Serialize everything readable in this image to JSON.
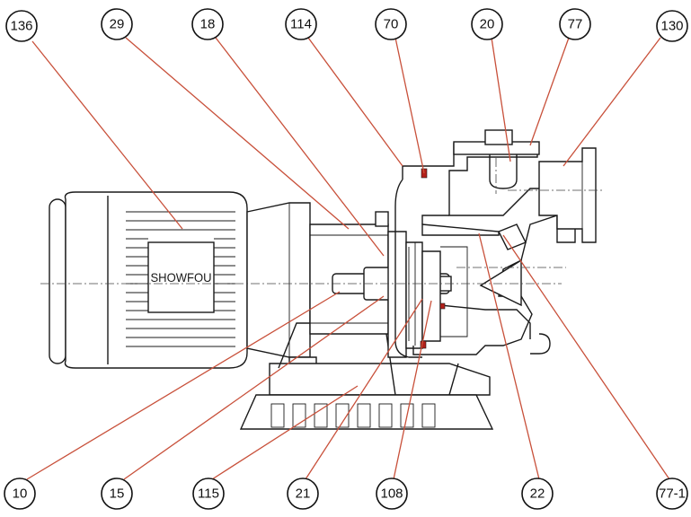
{
  "motor": {
    "brand_label": "SHOWFOU"
  },
  "callouts_top": [
    "136",
    "29",
    "18",
    "114",
    "70",
    "20",
    "77",
    "130"
  ],
  "callouts_bottom": [
    "10",
    "15",
    "115",
    "21",
    "108",
    "22",
    "77-1"
  ],
  "colors": {
    "leader_line": "#c8503a",
    "seal_mark": "#b3201a",
    "outline": "#1a1a1a"
  }
}
